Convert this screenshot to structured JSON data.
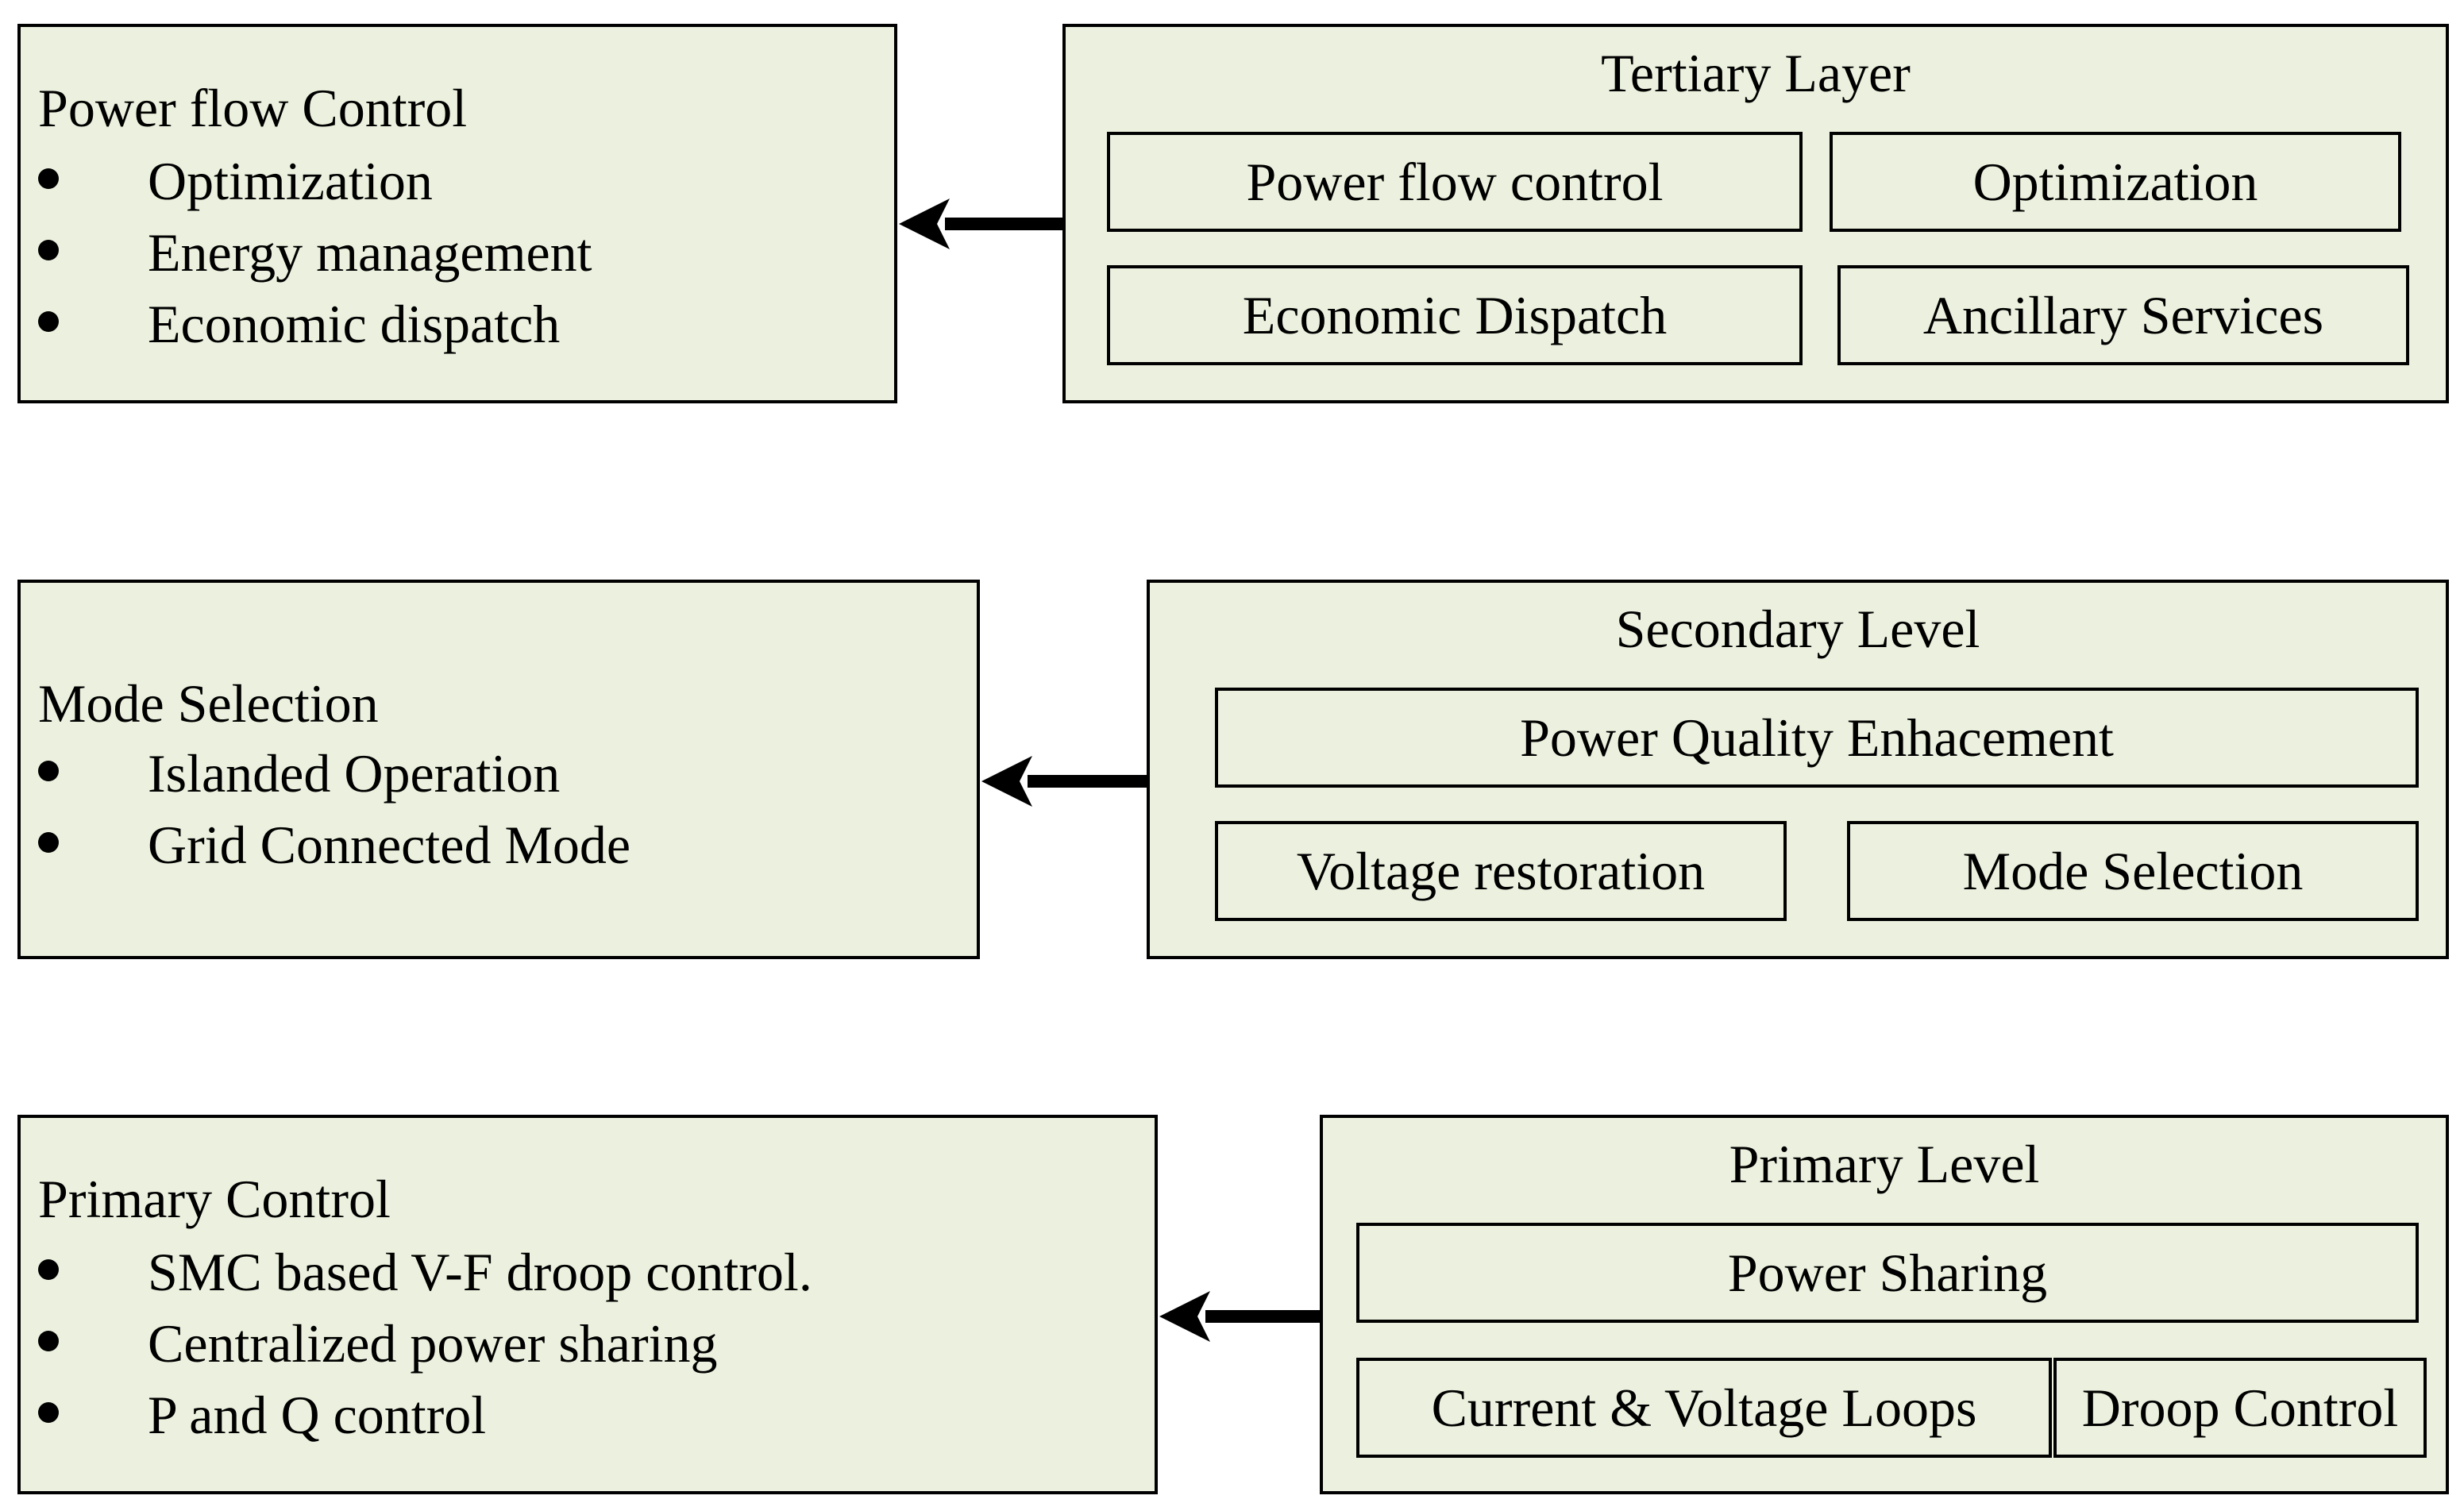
{
  "tertiary": {
    "layer": {
      "title": "Tertiary Layer",
      "items": [
        "Power flow control",
        "Optimization",
        "Economic Dispatch",
        "Ancillary Services"
      ]
    },
    "description": {
      "title": "Power flow Control",
      "bullets": [
        "Optimization",
        "Energy management",
        "Economic dispatch"
      ]
    }
  },
  "secondary": {
    "layer": {
      "title": "Secondary Level",
      "items": [
        "Power Quality Enhacement",
        "Voltage restoration",
        "Mode Selection"
      ]
    },
    "description": {
      "title": "Mode Selection",
      "bullets": [
        "Islanded Operation",
        "Grid Connected Mode"
      ]
    }
  },
  "primary": {
    "layer": {
      "title": "Primary Level",
      "items": [
        "Power Sharing",
        "Current & Voltage Loops",
        "Droop Control"
      ]
    },
    "description": {
      "title": "Primary Control",
      "bullets": [
        "SMC based V-F droop control.",
        "Centralized power sharing",
        "P and Q control"
      ]
    }
  },
  "colors": {
    "box_fill": "#ebf1de",
    "border": "#000000"
  }
}
